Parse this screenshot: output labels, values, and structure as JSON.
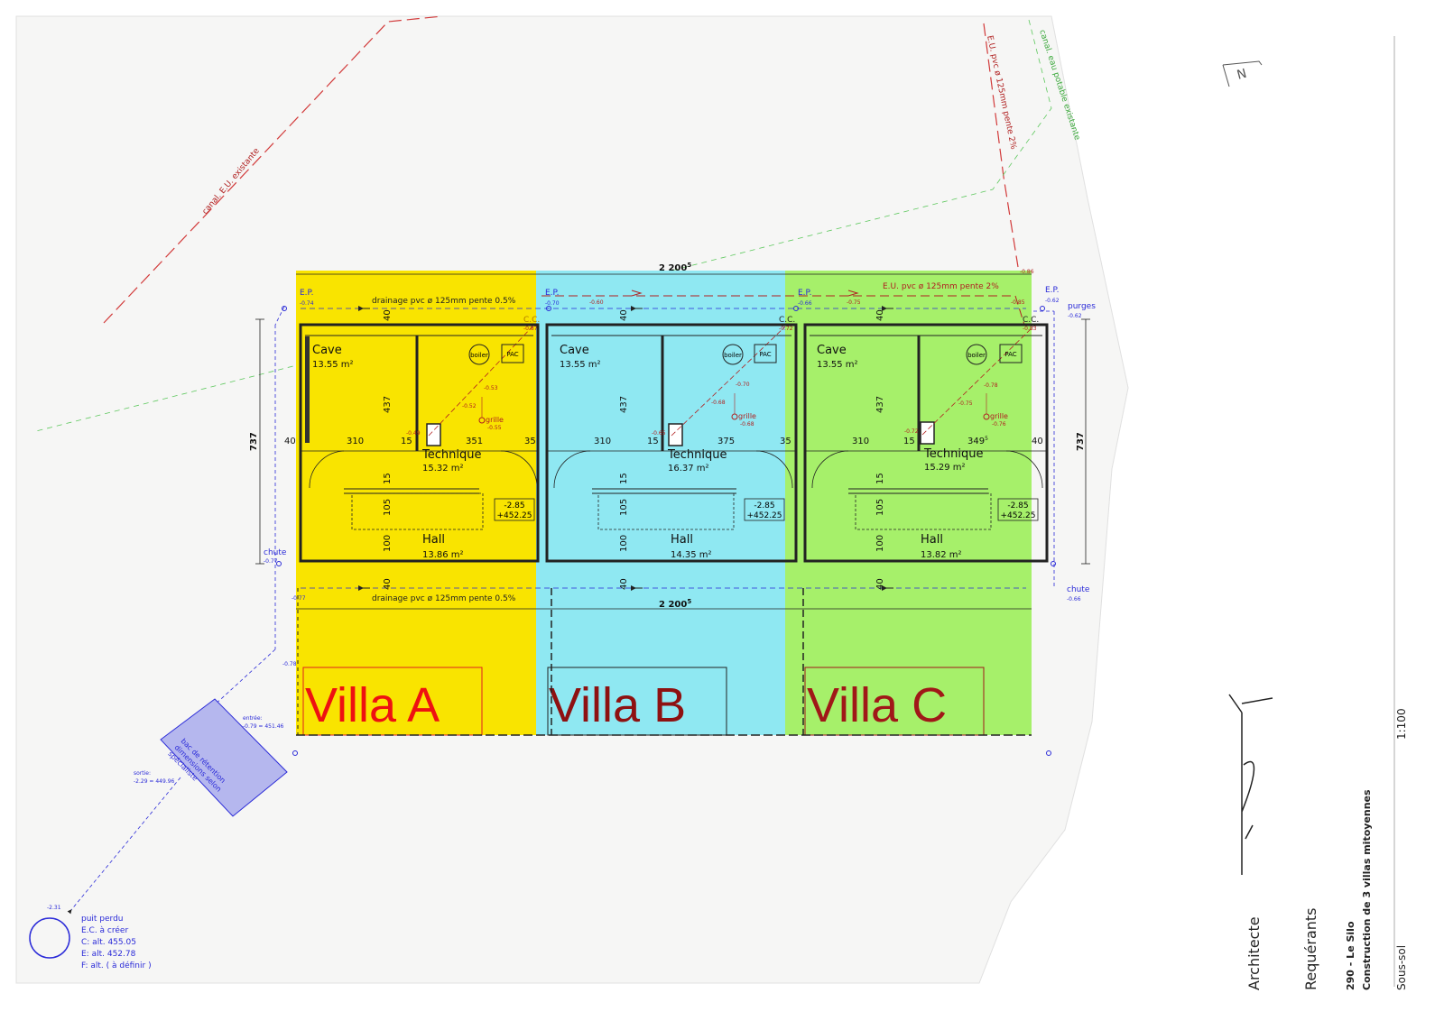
{
  "north": "N",
  "scale": "1:100",
  "title_block": {
    "architect": "Architecte",
    "applicants": "Requérants",
    "project": "290 - Le Silo",
    "description": "Construction de 3 villas mitoyennes",
    "level": "Sous-sol"
  },
  "existing_networks": {
    "canal_eu": "canal. E.U. existante",
    "eu_pipe_top": "E.U. pvc ø 125mm pente 2%",
    "canal_eau_potable": "canal. eau potable existante"
  },
  "dimensions": {
    "total_length": "2 200",
    "total_length_sup": "5",
    "depth": "737"
  },
  "pipes": {
    "drainage_top": "drainage pvc ø 125mm pente 0.5%",
    "drainage_bottom": "drainage pvc ø 125mm pente 0.5%",
    "eu_top": "E.U. pvc ø 125mm pente 2%"
  },
  "points": {
    "ep": "E.P.",
    "cc": "C.C.",
    "purges": "purges",
    "chute": "chute",
    "levels": {
      "ep_a": "-0.74",
      "ep_b": "-0.70",
      "ep_c": "-0.66",
      "ep_end": "-0.62",
      "purges": "-0.62",
      "top_mid_a": "-0.60",
      "top_mid_c": "-0.75",
      "top_end": "-0.85",
      "top_corner": "-0.86",
      "cc_a": "-0.87",
      "cc_b": "-0.72",
      "cc_c": "-0.83",
      "chute_a": "-0.77",
      "chute_c": "-0.66",
      "bottom_left": "-0.77",
      "outlet": "-0.78"
    }
  },
  "rooms_common": {
    "cave": "Cave",
    "technique": "Technique",
    "hall": "Hall",
    "boiler": "boiler",
    "pac": "PAC",
    "grille": "grille",
    "floor_level": "-2.85",
    "floor_alt": "+452.25",
    "dim_40": "40",
    "dim_310": "310",
    "dim_15": "15",
    "dim_35": "35",
    "dim_437": "437",
    "dim_105": "105",
    "dim_100": "100"
  },
  "villas": [
    {
      "name": "Villa A",
      "color": "#f9e400",
      "label_color": "#ee1111",
      "cave_area": "13.55 m²",
      "tech_area": "15.32 m²",
      "hall_area": "13.86 m²",
      "tech_width": "351",
      "lvl_1": "-0.53",
      "lvl_2": "-0.52",
      "lvl_3": "-0.49",
      "grille_lvl": "-0.55"
    },
    {
      "name": "Villa B",
      "color": "#8fe8f2",
      "label_color": "#8e1111",
      "cave_area": "13.55 m²",
      "tech_area": "16.37 m²",
      "hall_area": "14.35 m²",
      "tech_width": "375",
      "lvl_1": "-0.70",
      "lvl_2": "-0.68",
      "lvl_3": "-0.65",
      "grille_lvl": "-0.68"
    },
    {
      "name": "Villa C",
      "color": "#a6f06a",
      "label_color": "#a01818",
      "cave_area": "13.55 m²",
      "tech_area": "15.29 m²",
      "hall_area": "13.82 m²",
      "tech_width": "349",
      "tech_width_sup": "5",
      "lvl_1": "-0.78",
      "lvl_2": "-0.75",
      "lvl_3": "-0.72",
      "grille_lvl": "-0.76"
    }
  ],
  "retention_tank": {
    "text_1": "bac de rétention",
    "text_2": "dimensions selon",
    "text_3": "spécialiste",
    "entry": "entrée:",
    "entry_val": "-0.79 = 451.46",
    "exit": "sortie:",
    "exit_val": "-2.29 = 449.96"
  },
  "well": {
    "level": "-2.31",
    "line_1": "puit perdu",
    "line_2": "E.C. à créer",
    "line_3": "C: alt. 455.05",
    "line_4": "E: alt.  452.78",
    "line_5": "F: alt. ( à définir )"
  }
}
